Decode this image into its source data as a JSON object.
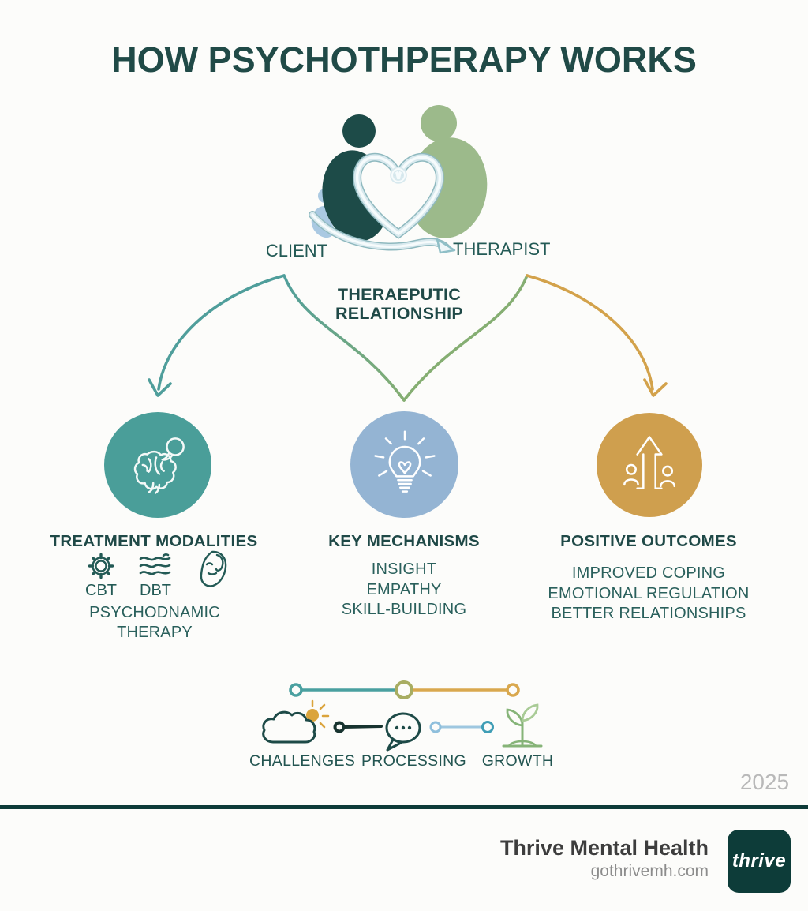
{
  "title": "HOW PSYCHOTHPERAPY WORKS",
  "logo": {
    "client": "CLIENT",
    "therapist": "THERAPIST",
    "relationship_line1": "THERAEPUTIC",
    "relationship_line2": "RELATIONSHIP"
  },
  "columns": [
    {
      "heading": "TREATMENT MODALITIES",
      "icon": "brain-speech-icon",
      "circle_color": "#4a9e99",
      "modalities": [
        "CBT",
        "DBT"
      ],
      "extra": "PSYCHODNAMIC THERAPY"
    },
    {
      "heading": "KEY MECHANISMS",
      "icon": "lightbulb-icon",
      "circle_color": "#94b4d3",
      "items": [
        "INSIGHT",
        "EMPATHY",
        "SKILL-BUILDING"
      ]
    },
    {
      "heading": "POSITIVE OUTCOMES",
      "icon": "growth-arrow-icon",
      "circle_color": "#cf9f4e",
      "items": [
        "IMPROVED COPING",
        "EMOTIONAL REGULATION",
        "BETTER RELATIONSHIPS"
      ]
    }
  ],
  "timeline": {
    "labels": [
      "CHALLENGES",
      "PROCESSING",
      "GROWTH"
    ]
  },
  "year": "2025",
  "footer": {
    "company": "Thrive Mental Health",
    "website": "gothrivemh.com",
    "logo_text": "thrive"
  },
  "colors": {
    "teal": "#4a9e99",
    "blue": "#94b4d3",
    "gold": "#cf9f4e",
    "green_arrow": "#85ae72",
    "teal_arrow": "#4f9e9b",
    "gold_arrow": "#d3a24b",
    "dark_text": "#1f4947",
    "body_text": "#2a605c",
    "logo_dark_figure": "#1d4b48",
    "logo_green_figure": "#9cba8b",
    "logo_light_blue_figure": "#aac9e2",
    "divider": "#0d3b38",
    "year_gray": "#b9b9b9"
  }
}
